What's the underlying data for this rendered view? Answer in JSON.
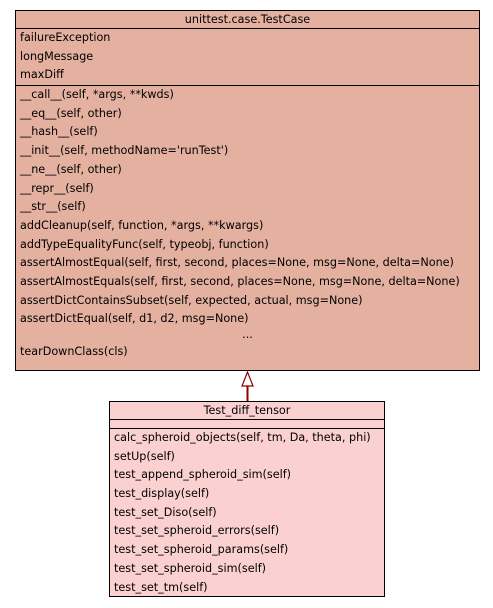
{
  "parent_class": {
    "name": "unittest.case.TestCase",
    "attributes": [
      "failureException",
      "longMessage",
      "maxDiff"
    ],
    "methods": [
      "__call__(self, *args, **kwds)",
      "__eq__(self, other)",
      "__hash__(self)",
      "__init__(self, methodName='runTest')",
      "__ne__(self, other)",
      "__repr__(self)",
      "__str__(self)",
      "addCleanup(self, function, *args, **kwargs)",
      "addTypeEqualityFunc(self, typeobj, function)",
      "assertAlmostEqual(self, first, second, places=None, msg=None, delta=None)",
      "assertAlmostEquals(self, first, second, places=None, msg=None, delta=None)",
      "assertDictContainsSubset(self, expected, actual, msg=None)",
      "assertDictEqual(self, d1, d2, msg=None)"
    ],
    "ellipsis": "...",
    "last_method": "tearDownClass(cls)"
  },
  "child_class": {
    "name": "Test_diff_tensor",
    "methods": [
      "calc_spheroid_objects(self, tm, Da, theta, phi)",
      "setUp(self)",
      "test_append_spheroid_sim(self)",
      "test_display(self)",
      "test_set_Diso(self)",
      "test_set_spheroid_errors(self)",
      "test_set_spheroid_params(self)",
      "test_set_spheroid_sim(self)",
      "test_set_tm(self)"
    ]
  },
  "colors": {
    "parent_fill": "#e4b0a0",
    "child_fill": "#fad0d0",
    "inheritance_edge": "#8b0000"
  }
}
